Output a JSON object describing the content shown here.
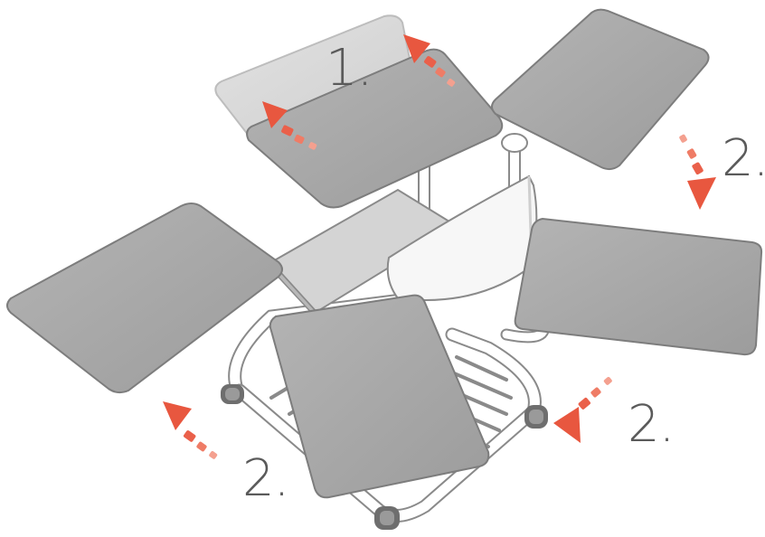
{
  "labels": {
    "step_1": "1.",
    "step_2_top_right": "2.",
    "step_2_right": "2.",
    "step_2_bottom_left": "2."
  },
  "colors": {
    "tablet": "#a9a9a9",
    "tablet_edge": "#7d7d7d",
    "tablet_ghost": "#d6d6d6",
    "frame": "#ffffff",
    "frame_line": "#8a8a8a",
    "seat": "#d2d2d2",
    "arrow": "#e8573f",
    "label": "#5a5a5a"
  },
  "icons": {
    "arrow": "motion-arrow-icon",
    "caster": "caster-wheel-icon"
  }
}
